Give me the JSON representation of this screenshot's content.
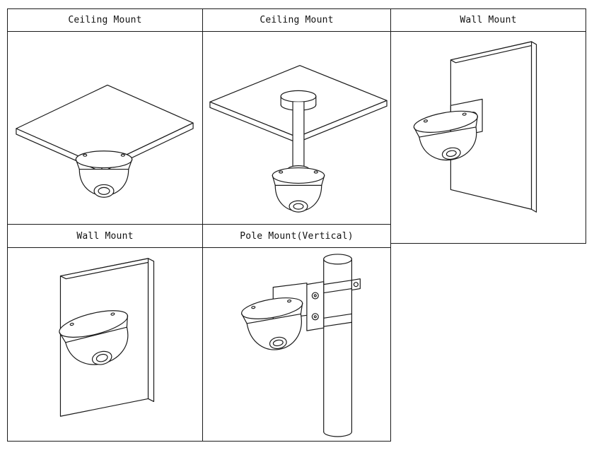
{
  "page": {
    "background_color": "#ffffff",
    "line_color": "#1a1a1a"
  },
  "diagram": {
    "cells": [
      {
        "id": "ceiling-mount-direct",
        "label": "Ceiling Mount",
        "illustration": "dome-camera-on-ceiling-panel"
      },
      {
        "id": "ceiling-mount-pendant",
        "label": "Ceiling Mount",
        "illustration": "dome-camera-on-pendant-pipe-under-ceiling-panel"
      },
      {
        "id": "wall-mount-side",
        "label": "Wall Mount",
        "illustration": "dome-camera-on-side-bracket-of-wall"
      },
      {
        "id": "wall-mount-front",
        "label": "Wall Mount",
        "illustration": "dome-camera-on-wall-face"
      },
      {
        "id": "pole-mount-vertical",
        "label": "Pole Mount(Vertical)",
        "illustration": "dome-camera-clamped-to-vertical-pole"
      }
    ]
  }
}
